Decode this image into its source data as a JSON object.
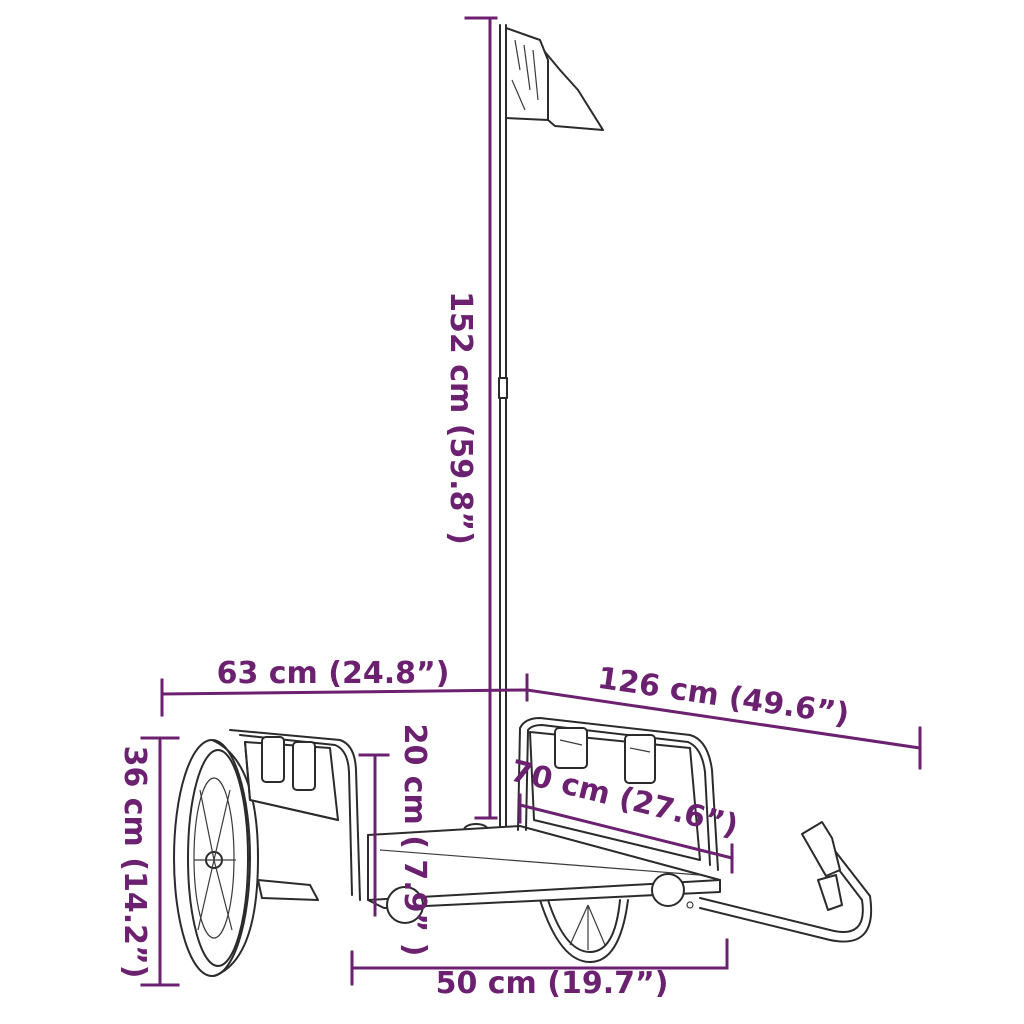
{
  "colors": {
    "dimension": "#6b2170",
    "outline": "#2b2b2b",
    "background": "#ffffff"
  },
  "dimensions": {
    "flag_height": "152 cm (59.8”)",
    "width": "63 cm (24.8”)",
    "length": "126 cm (49.6”)",
    "height": "36 cm (14.2”)",
    "side_height": "20 cm ( 7.9” )",
    "inner_length": "70 cm (27.6”)",
    "inner_width": "50 cm (19.7”)"
  }
}
